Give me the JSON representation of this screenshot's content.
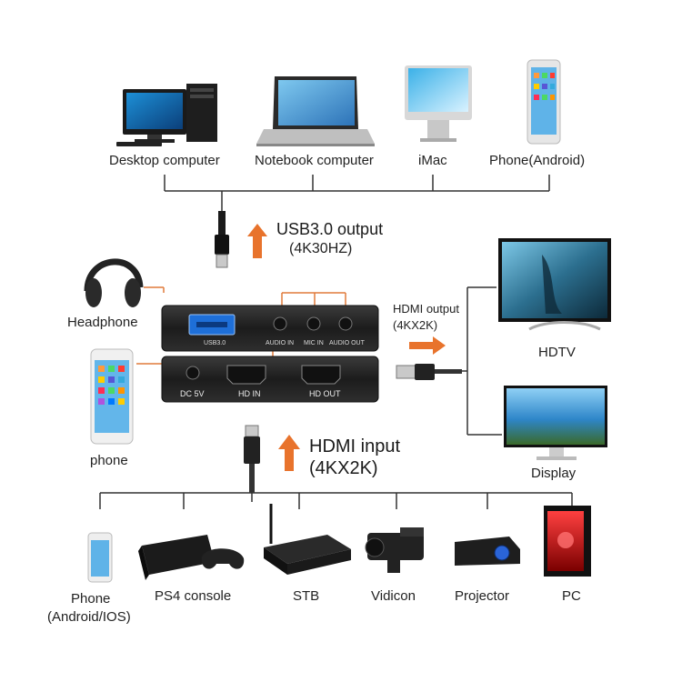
{
  "top_devices": [
    {
      "label": "Desktop computer",
      "icon": "desktop-computer-icon"
    },
    {
      "label": "Notebook computer",
      "icon": "notebook-computer-icon"
    },
    {
      "label": "iMac",
      "icon": "imac-icon"
    },
    {
      "label": "Phone(Android)",
      "icon": "android-phone-icon"
    }
  ],
  "usb_output": {
    "title": "USB3.0 output",
    "subtitle": "(4K30HZ)"
  },
  "hdmi_output": {
    "title": "HDMI output",
    "subtitle": "(4KX2K)"
  },
  "hdmi_input": {
    "title": "HDMI input",
    "subtitle": "(4KX2K)"
  },
  "left_devices": {
    "headphone": "Headphone",
    "phone": "phone"
  },
  "right_devices": {
    "hdtv": "HDTV",
    "display": "Display"
  },
  "capture_box": {
    "top_ports": {
      "usb": "USB3.0",
      "audio_in": "AUDIO IN",
      "mic_in": "MIC IN",
      "audio_out": "AUDIO OUT"
    },
    "bottom_ports": {
      "dc": "DC 5V",
      "hd_in": "HD IN",
      "hd_out": "HD OUT"
    }
  },
  "bottom_devices": [
    {
      "label": "Phone",
      "label2": "(Android/IOS)",
      "icon": "phone-icon"
    },
    {
      "label": "PS4 console",
      "icon": "ps4-console-icon"
    },
    {
      "label": "STB",
      "icon": "set-top-box-icon"
    },
    {
      "label": "Vidicon",
      "icon": "video-camera-icon"
    },
    {
      "label": "Projector",
      "icon": "projector-icon"
    },
    {
      "label": "PC",
      "icon": "gaming-pc-icon"
    }
  ],
  "colors": {
    "arrow": "#e8732c",
    "line": "#333333",
    "audio_line": "#e07a3a",
    "device_body": "#2a2a2a"
  }
}
